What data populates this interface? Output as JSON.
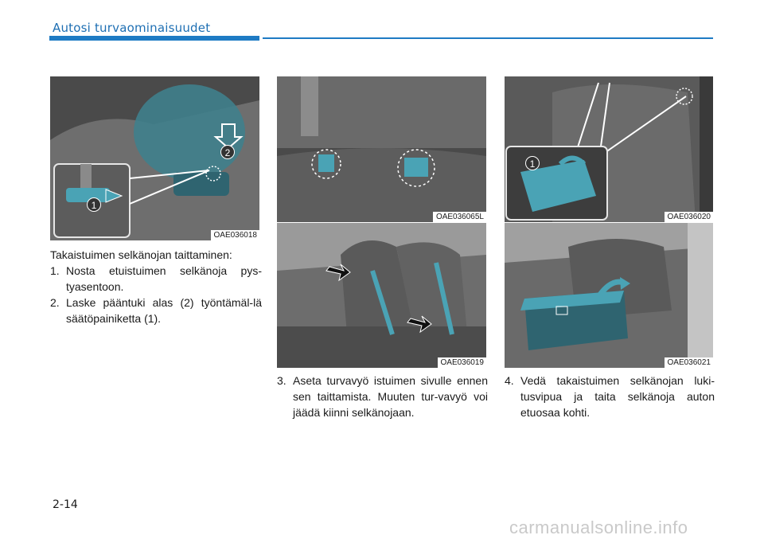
{
  "header": {
    "section_title": "Autosi turvaominaisuudet"
  },
  "figures": [
    {
      "code": "OAE036018",
      "badges": [
        "1",
        "2"
      ]
    },
    {
      "code": "OAE036065L"
    },
    {
      "code": "OAE036019"
    },
    {
      "code": "OAE036020",
      "badges": [
        "1"
      ]
    },
    {
      "code": "OAE036021"
    }
  ],
  "left_column": {
    "heading": "Takaistuimen selkänojan taittaminen:",
    "items": [
      {
        "num": "1.",
        "text": "Nosta etuistuimen selkänoja pys-tyasentoon."
      },
      {
        "num": "2.",
        "text": "Laske pääntuki alas (2) työntämäl-lä säätöpainiketta (1)."
      }
    ]
  },
  "middle_column": {
    "step": {
      "num": "3.",
      "text": "Aseta turvavyö istuimen sivulle ennen sen taittamista. Muuten tur-vavyö voi jäädä kiinni selkänojaan."
    }
  },
  "right_column": {
    "step": {
      "num": "4.",
      "text": "Vedä takaistuimen selkänojan luki-tusvipua ja taita selkänoja auton etuosaa kohti."
    }
  },
  "footer": {
    "page_number": "2-14",
    "watermark": "carmanualsonline.info"
  },
  "colors": {
    "accent": "#1e7bc4",
    "highlight": "#4aa3b5"
  }
}
